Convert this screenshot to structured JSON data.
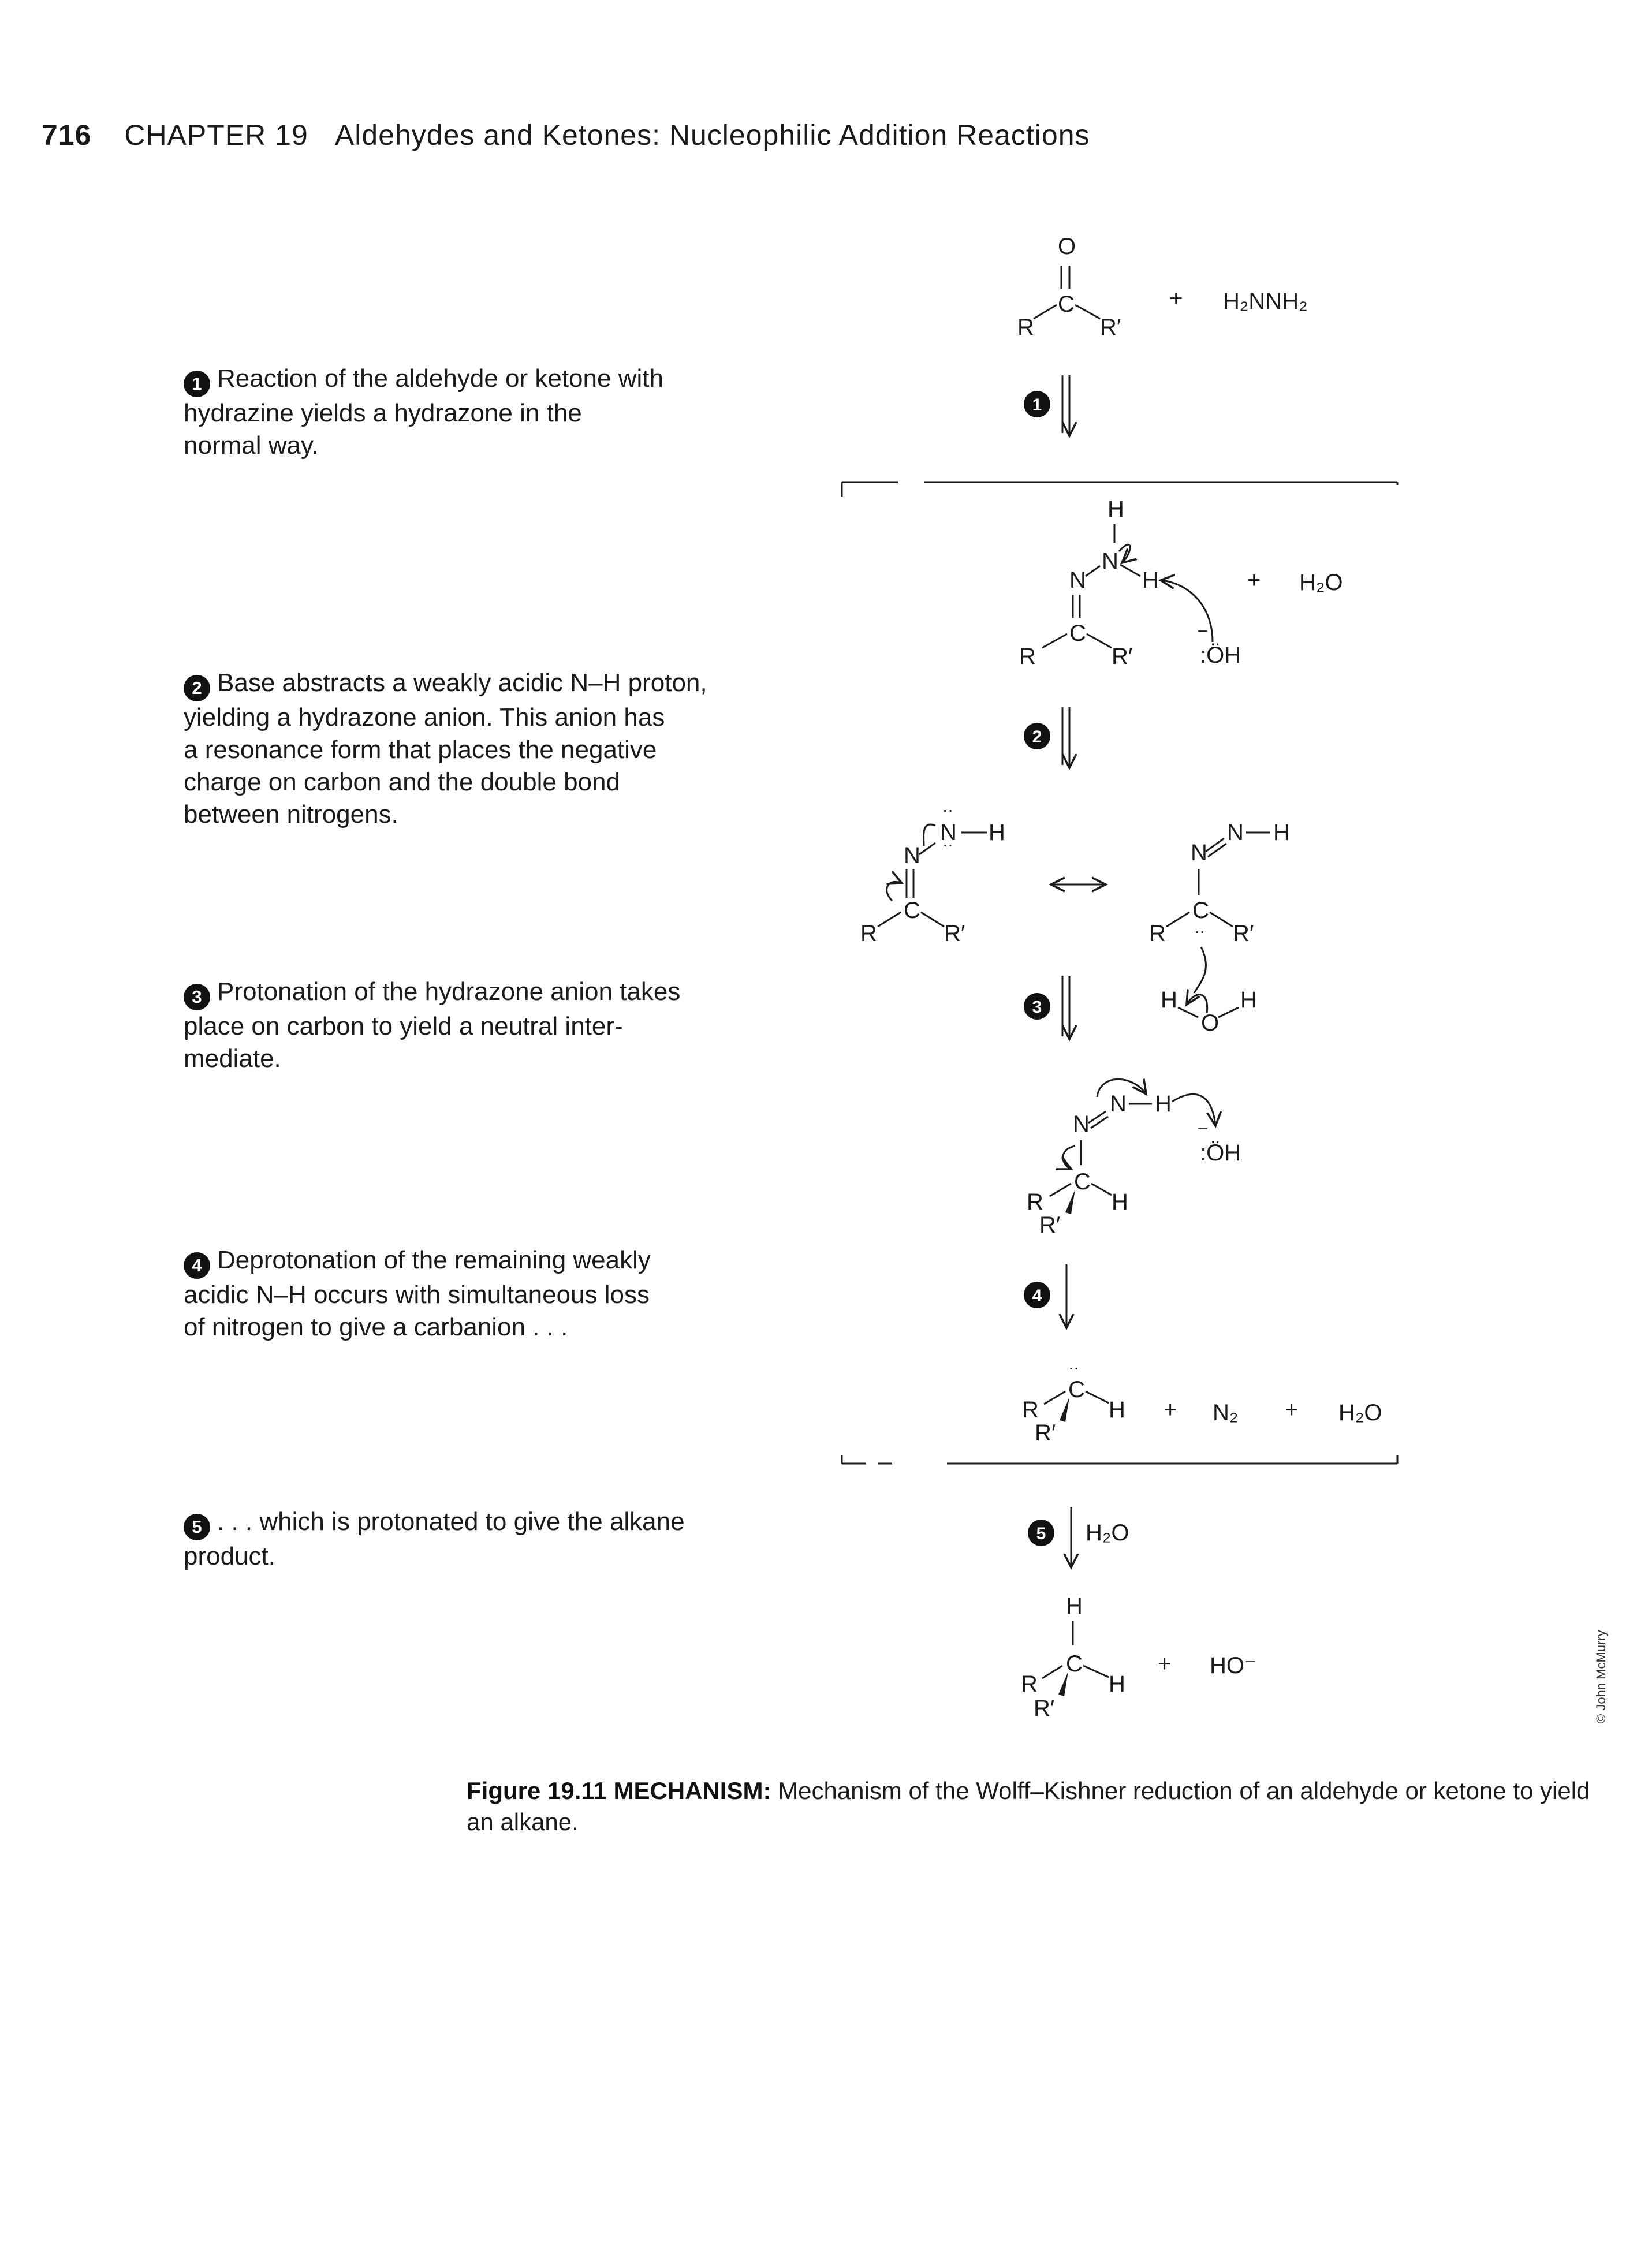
{
  "header": {
    "page_number": "716",
    "chapter": "CHAPTER 19",
    "title": "Aldehydes and Ketones: Nucleophilic Addition Reactions"
  },
  "steps": [
    {
      "number": "1",
      "lines": [
        "Reaction of the aldehyde or ketone with",
        "hydrazine yields a hydrazone in the",
        "normal way."
      ]
    },
    {
      "number": "2",
      "lines": [
        "Base abstracts a weakly acidic N–H proton,",
        "yielding a hydrazone anion. This anion has",
        "a resonance form that places the negative",
        "charge on carbon and the double bond",
        "between nitrogens."
      ]
    },
    {
      "number": "3",
      "lines": [
        "Protonation of the hydrazone anion takes",
        "place on carbon to yield a neutral inter-",
        "mediate."
      ]
    },
    {
      "number": "4",
      "lines": [
        "Deprotonation of the remaining weakly",
        "acidic N–H occurs with simultaneous loss",
        "of nitrogen to give a carbanion . . ."
      ]
    },
    {
      "number": "5",
      "lines": [
        ". . . which is protonated to give the alkane",
        "product."
      ]
    }
  ],
  "mechanism": {
    "reactant_reagent": "H₂NNH₂",
    "plus": "+",
    "water": "H₂O",
    "hydroxide": ":ÖH",
    "nitrogen_gas": "N₂",
    "hydroxide_ion": "HO⁻",
    "step5_reagent": "H₂O",
    "labels": {
      "O": "O",
      "C": "C",
      "N": "N",
      "H": "H",
      "R": "R",
      "R_prime": "R′"
    }
  },
  "caption": {
    "figure_label": "Figure 19.11",
    "keyword": "MECHANISM:",
    "text": "Mechanism of the Wolff–Kishner reduction of an aldehyde or ketone to yield an alkane."
  },
  "credit": "© John McMurry"
}
